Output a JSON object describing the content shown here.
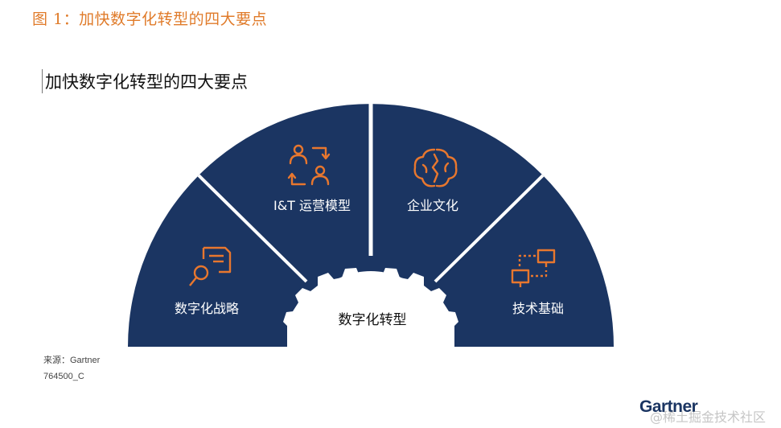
{
  "figure_caption": "图 1：加快数字化转型的四大要点",
  "title": "加快数字化转型的四大要点",
  "segments": [
    {
      "label": "数字化战略",
      "icon": "document-magnifier-icon"
    },
    {
      "label": "I&T 运营模型",
      "icon": "people-exchange-icon"
    },
    {
      "label": "企业文化",
      "icon": "brain-icon"
    },
    {
      "label": "技术基础",
      "icon": "network-nodes-icon"
    }
  ],
  "hub_label": "数字化转型",
  "source_label": "来源：Gartner",
  "doc_id": "764500_C",
  "logo_text": "Gartner",
  "watermark": "@稀土掘金技术社区",
  "colors": {
    "segment_fill": "#1b3562",
    "icon_orange": "#e8772e",
    "caption_orange": "#e07b2a",
    "separator": "#ffffff"
  }
}
